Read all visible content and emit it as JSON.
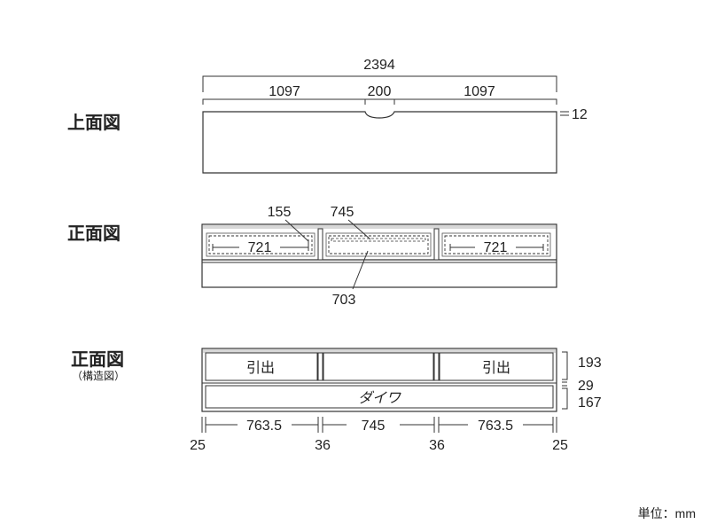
{
  "views": {
    "top": {
      "label": "上面図",
      "overall_width": "2394",
      "left_seg": "1097",
      "center_seg": "200",
      "right_seg": "1097",
      "thickness": "12"
    },
    "front": {
      "label": "正面図",
      "dim_155": "155",
      "dim_745": "745",
      "dim_721_left": "721",
      "dim_721_right": "721",
      "dim_703": "703"
    },
    "structure": {
      "label": "正面図",
      "sublabel": "（構造図）",
      "drawer_left": "引出",
      "drawer_right": "引出",
      "bottom_label": "ダイワ",
      "h_193": "193",
      "h_29": "29",
      "h_167": "167",
      "w_25_left": "25",
      "w_763_left": "763.5",
      "w_36_left": "36",
      "w_745": "745",
      "w_36_right": "36",
      "w_763_right": "763.5",
      "w_25_right": "25"
    }
  },
  "unit_label": "単位：mm"
}
